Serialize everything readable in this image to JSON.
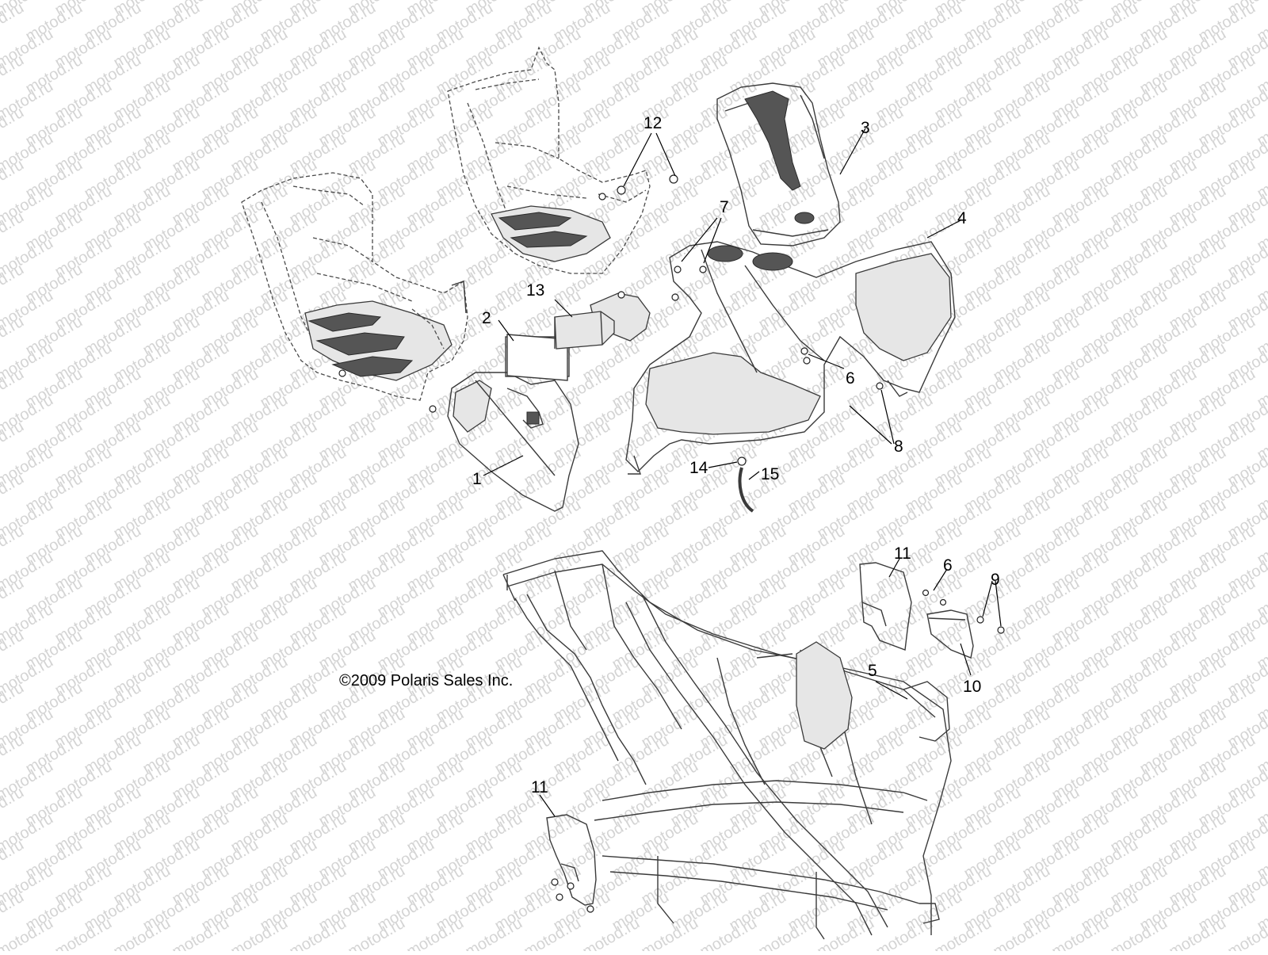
{
  "watermark": {
    "text": "motod.ru",
    "color": "#d4d4d4"
  },
  "copyright": "©2009 Polaris Sales Inc.",
  "callouts": {
    "c1": "1",
    "c2": "2",
    "c3": "3",
    "c4": "4",
    "c5": "5",
    "c6a": "6",
    "c6b": "6",
    "c7": "7",
    "c8": "8",
    "c9": "9",
    "c10": "10",
    "c11a": "11",
    "c11b": "11",
    "c12": "12",
    "c13": "13",
    "c14": "14",
    "c15": "15"
  },
  "colors": {
    "line": "#3a3a3a",
    "shade": "#e6e6e6",
    "dark": "#555555",
    "text": "#000000"
  }
}
